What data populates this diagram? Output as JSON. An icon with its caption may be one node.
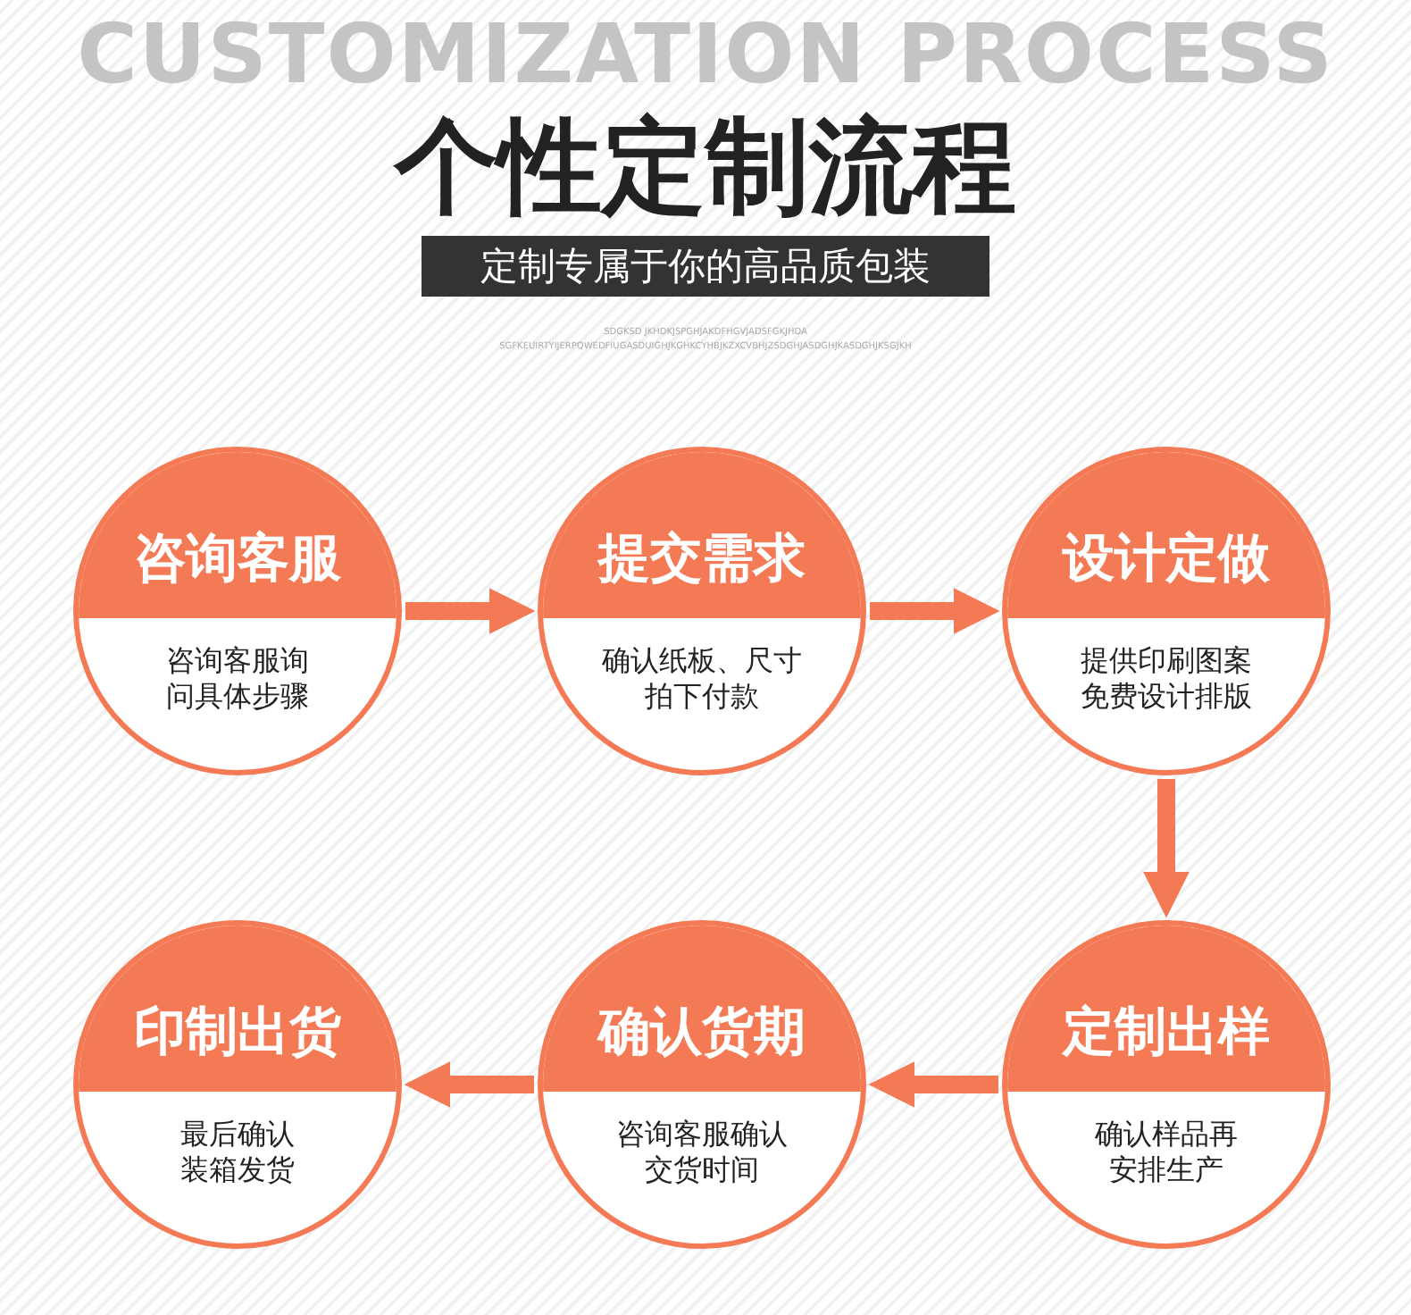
{
  "diagram": {
    "title": "个性定制流程",
    "nodes": [
      {
        "text": [
          "咨询客服",
          "咨询客服询问具体步骤"
        ]
      },
      {
        "text": [
          "提交需求",
          "确认纸板、尺寸拍下付款"
        ]
      },
      {
        "text": [
          "设计定做",
          "提供印刷图案免费设计排版"
        ]
      },
      {
        "text": [
          "定制出样",
          "确认样品再安排生产"
        ]
      },
      {
        "text": [
          "确认货期",
          "咨询客服确认交货时间"
        ]
      },
      {
        "text": [
          "印制出货",
          "最后确认装箱发货"
        ]
      }
    ],
    "edges": [
      {
        "from": 0,
        "to": 1,
        "arrow": "to"
      },
      {
        "from": 1,
        "to": 2,
        "arrow": "to"
      },
      {
        "from": 2,
        "to": 3,
        "arrow": "to"
      },
      {
        "from": 3,
        "to": 4,
        "arrow": "to"
      },
      {
        "from": 4,
        "to": 5,
        "arrow": "to"
      }
    ],
    "labels": [
      "CUSTOMIZATION PROCESS",
      "定制专属于你的高品质包装",
      "SDGKSD JKHDKJSPGHJAKDFHGVJADSFGKJHDA",
      "SGFKEUIRTYIJERPQWEDFIUGASDUIGHJKGHKCYHBJKZXCVBHJZSDGHJASDGHJKASDGHJKSGJKH"
    ]
  }
}
